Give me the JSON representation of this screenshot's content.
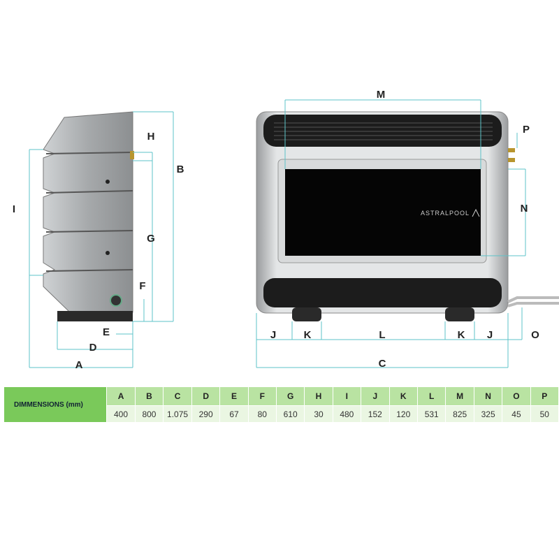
{
  "brand_logo": "ASTRALPOOL",
  "labels": {
    "A": "A",
    "B": "B",
    "C": "C",
    "D": "D",
    "E": "E",
    "F": "F",
    "G": "G",
    "H": "H",
    "I": "I",
    "J": "J",
    "K": "K",
    "L": "L",
    "M": "M",
    "N": "N",
    "O": "O",
    "P": "P"
  },
  "table": {
    "title": "DIMMENSIONS (mm)",
    "columns": [
      "A",
      "B",
      "C",
      "D",
      "E",
      "F",
      "G",
      "H",
      "I",
      "J",
      "K",
      "L",
      "M",
      "N",
      "O",
      "P"
    ],
    "values": [
      "400",
      "800",
      "1.075",
      "290",
      "67",
      "80",
      "610",
      "30",
      "480",
      "152",
      "120",
      "531",
      "825",
      "325",
      "45",
      "50"
    ]
  }
}
